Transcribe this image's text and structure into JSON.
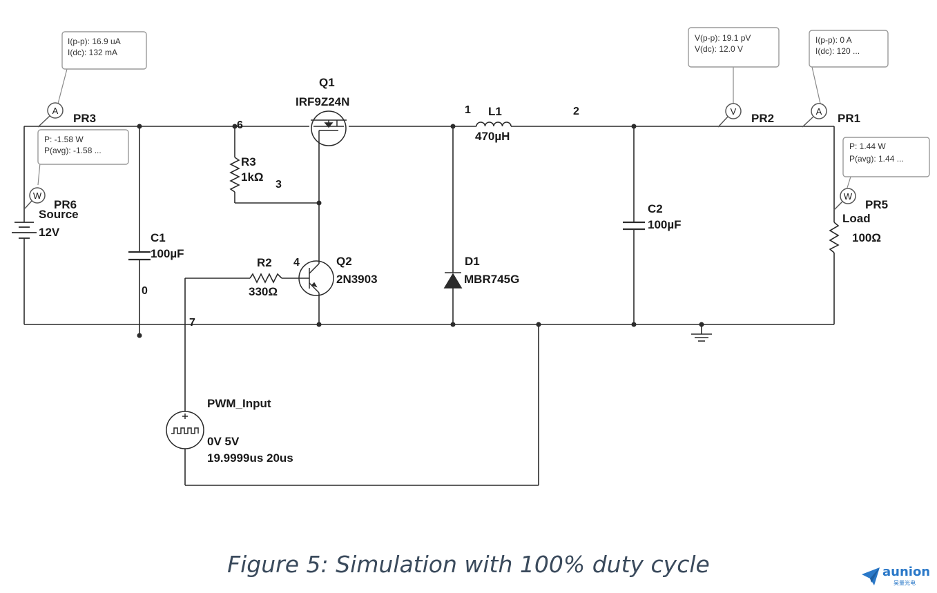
{
  "components": {
    "source": {
      "name": "Source",
      "value": "12V"
    },
    "c1": {
      "name": "C1",
      "value": "100µF"
    },
    "r3": {
      "name": "R3",
      "value": "1kΩ"
    },
    "q1": {
      "name": "Q1",
      "value": "IRF9Z24N"
    },
    "l1": {
      "name": "L1",
      "value": "470µH"
    },
    "d1": {
      "name": "D1",
      "value": "MBR745G"
    },
    "c2": {
      "name": "C2",
      "value": "100µF"
    },
    "r2": {
      "name": "R2",
      "value": "330Ω"
    },
    "q2": {
      "name": "Q2",
      "value": "2N3903"
    },
    "load": {
      "name": "Load",
      "value": "100Ω"
    },
    "pwm": {
      "name": "PWM_Input",
      "levels": "0V 5V",
      "timing": "19.9999us 20us"
    }
  },
  "nets": {
    "n6": "6",
    "n3": "3",
    "n1": "1",
    "n2": "2",
    "n4": "4",
    "n0": "0",
    "n7": "7"
  },
  "probes": {
    "pr3": {
      "name": "PR3",
      "glyph": "A",
      "line1": "I(p-p): 16.9 uA",
      "line2": "I(dc): 132 mA"
    },
    "pr6": {
      "name": "PR6",
      "glyph": "W",
      "line1": "P: -1.58 W",
      "line2": "P(avg): -1.58 ..."
    },
    "pr2": {
      "name": "PR2",
      "glyph": "V",
      "line1": "V(p-p): 19.1 pV",
      "line2": "V(dc): 12.0 V"
    },
    "pr1": {
      "name": "PR1",
      "glyph": "A",
      "line1": "I(p-p): 0 A",
      "line2": "I(dc): 120 ..."
    },
    "pr5": {
      "name": "PR5",
      "glyph": "W",
      "line1": "P: 1.44 W",
      "line2": "P(avg): 1.44 ..."
    }
  },
  "caption": "Figure 5: Simulation with 100% duty cycle",
  "logo": {
    "name": "aunion",
    "sub": "昊量光电"
  },
  "colors": {
    "wire": "#2b2b2b",
    "probe_border": "#9a9a9a",
    "caption": "#3a4a5c",
    "brand": "#2a78c8"
  }
}
